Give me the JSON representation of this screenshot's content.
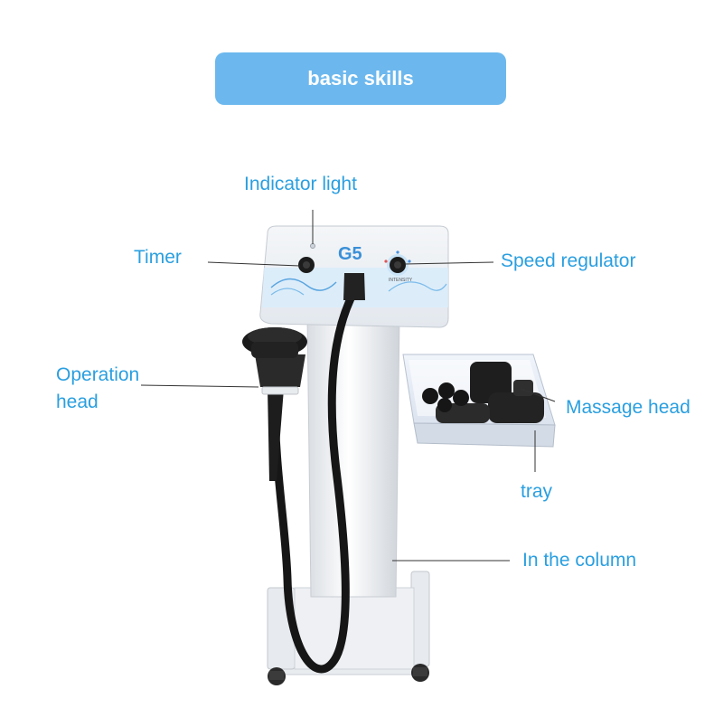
{
  "title": "basic skills",
  "device_text": {
    "model": "G5",
    "knob_label": "INTENSITY"
  },
  "labels": {
    "indicator_light": "Indicator light",
    "timer": "Timer",
    "speed_regulator": "Speed regulator",
    "operation_head_line1": "Operation",
    "operation_head_line2": "head",
    "massage_head": "Massage head",
    "tray": "tray",
    "column": "In the column"
  },
  "colors": {
    "accent": "#6cb8ee",
    "label_text": "#2a9fe0",
    "model_text": "#3a8fd8"
  }
}
